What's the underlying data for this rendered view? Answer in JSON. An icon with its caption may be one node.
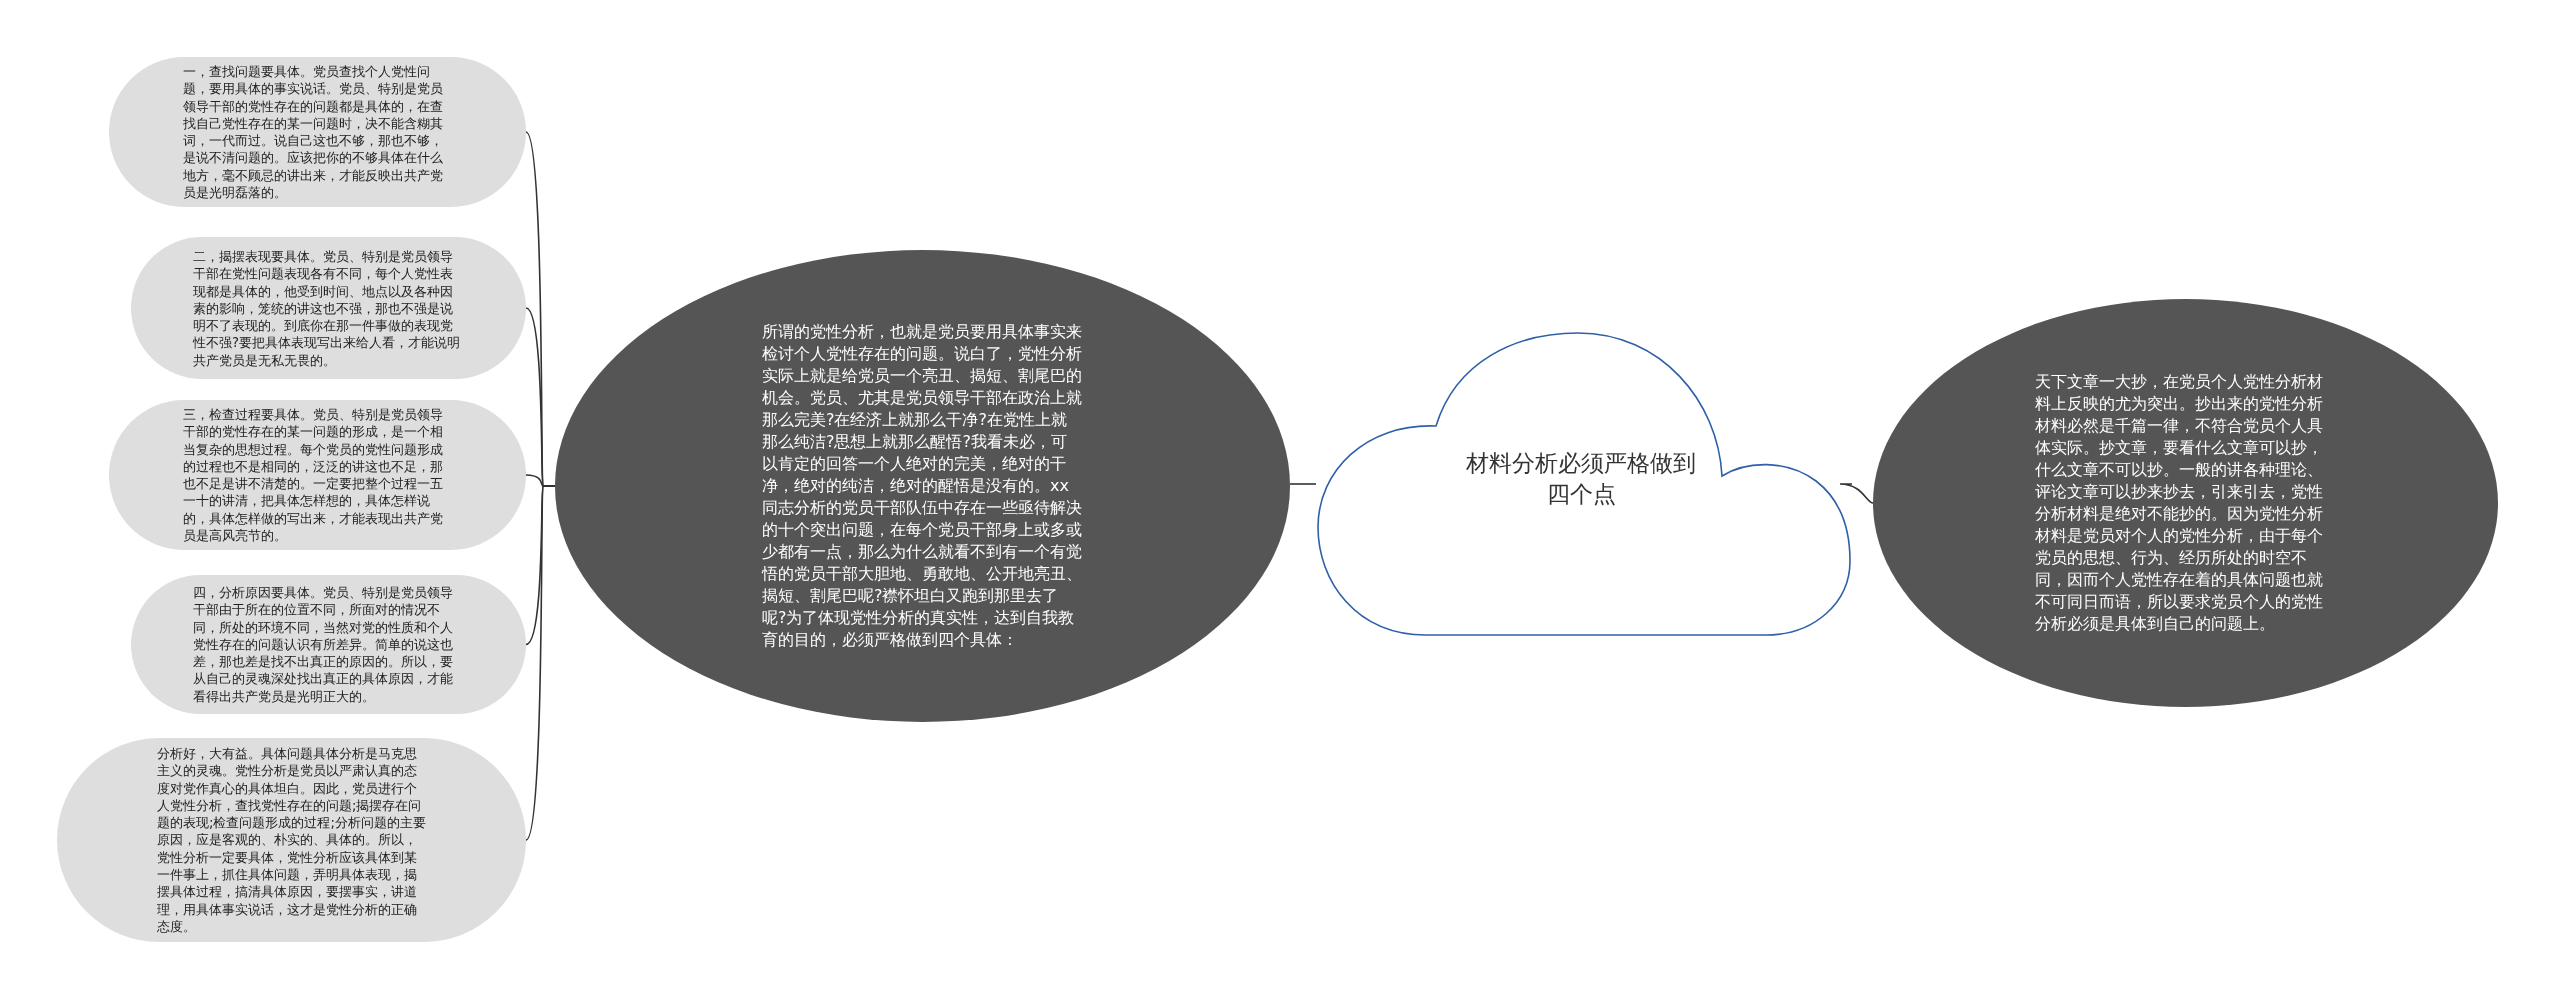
{
  "diagram": {
    "nodes": [
      {
        "text": [
          "材料分析必须严格做到四个点"
        ]
      },
      {
        "text": [
          "所谓的党性分析，也就是党员要用具体事实来检讨个人党性存在的问题。说白了，党性分析实际上就是给党员一个亮丑、揭短、割尾巴的机会。党员、尤其是党员领导干部在政治上就那么完美?在经济上就那么干净?在党性上就那么纯洁?思想上就那么醒悟?我看未必，可以肯定的回答一个人绝对的完美，绝对的干净，绝对的纯洁，绝对的醒悟是没有的。xx同志分析的党员干部队伍中存在一些亟待解决的十个突出问题，在每个党员干部身上或多或少都有一点，那么为什么就看不到有一个有觉悟的党员干部大胆地、勇敢地、公开地亮丑、揭短、割尾巴呢?襟怀坦白又跑到那里去了呢?为了体现党性分析的真实性，达到自我教育的目的，必须严格做到四个具体："
        ]
      },
      {
        "text": [
          "一，查找问题要具体。党员查找个人党性问题，要用具体的事实说话。党员、特别是党员领导干部的党性存在的问题都是具体的，在查找自己党性存在的某一问题时，决不能含糊其词，一代而过。说自己这也不够，那也不够，是说不清问题的。应该把你的不够具体在什么地方，毫不顾忌的讲出来，才能反映出共产党员是光明磊落的。"
        ]
      },
      {
        "text": [
          "二，揭摆表现要具体。党员、特别是党员领导干部在党性问题表现各有不同，每个人党性表现都是具体的，他受到时间、地点以及各种因素的影响，笼统的讲这也不强，那也不强是说明不了表现的。到底你在那一件事做的表现党性不强?要把具体表现写出来给人看，才能说明共产党员是无私无畏的。"
        ]
      },
      {
        "text": [
          "三，检查过程要具体。党员、特别是党员领导干部的党性存在的某一问题的形成，是一个相当复杂的思想过程。每个党员的党性问题形成的过程也不是相同的，泛泛的讲这也不足，那也不足是讲不清楚的。一定要把整个过程一五一十的讲清，把具体怎样想的，具体怎样说的，具体怎样做的写出来，才能表现出共产党员是高风亮节的。"
        ]
      },
      {
        "text": [
          "四，分析原因要具体。党员、特别是党员领导干部由于所在的位置不同，所面对的情况不同，所处的环境不同，当然对党的性质和个人党性存在的问题认识有所差异。简单的说这也差，那也差是找不出真正的原因的。所以，要从自己的灵魂深处找出真正的具体原因，才能看得出共产党员是光明正大的。"
        ]
      },
      {
        "text": [
          "分析好，大有益。具体问题具体分析是马克思主义的灵魂。党性分析是党员以严肃认真的态度对党作真心的具体坦白。因此，党员进行个人党性分析，查找党性存在的问题;揭摆存在问题的表现;检查问题形成的过程;分析问题的主要原因，应是客观的、朴实的、具体的。所以，党性分析一定要具体，党性分析应该具体到某一件事上，抓住具体问题，弄明具体表现，揭摆具体过程，搞清具体原因，要摆事实，讲道理，用具体事实说话，这才是党性分析的正确态度。"
        ]
      },
      {
        "text": [
          "天下文章一大抄，在党员个人党性分析材料上反映的尤为突出。抄出来的党性分析材料必然是千篇一律，不符合党员个人具体实际。抄文章，要看什么文章可以抄，什么文章不可以抄。一般的讲各种理论、评论文章可以抄来抄去，引来引去，党性分析材料是绝对不能抄的。因为党性分析材料是党员对个人的党性分析，由于每个党员的思想、行为、经历所处的时空不同，因而个人党性存在着的具体问题也就不可同日而语，所以要求党员个人的党性分析必须是具体到自己的问题上。"
        ]
      }
    ],
    "edges": [
      {
        "from": 0,
        "to": 1,
        "arrow": "none"
      },
      {
        "from": 1,
        "to": 2,
        "arrow": "none"
      },
      {
        "from": 1,
        "to": 3,
        "arrow": "none"
      },
      {
        "from": 1,
        "to": 4,
        "arrow": "none"
      },
      {
        "from": 1,
        "to": 5,
        "arrow": "none"
      },
      {
        "from": 1,
        "to": 6,
        "arrow": "none"
      },
      {
        "from": 0,
        "to": 7,
        "arrow": "none"
      }
    ]
  }
}
